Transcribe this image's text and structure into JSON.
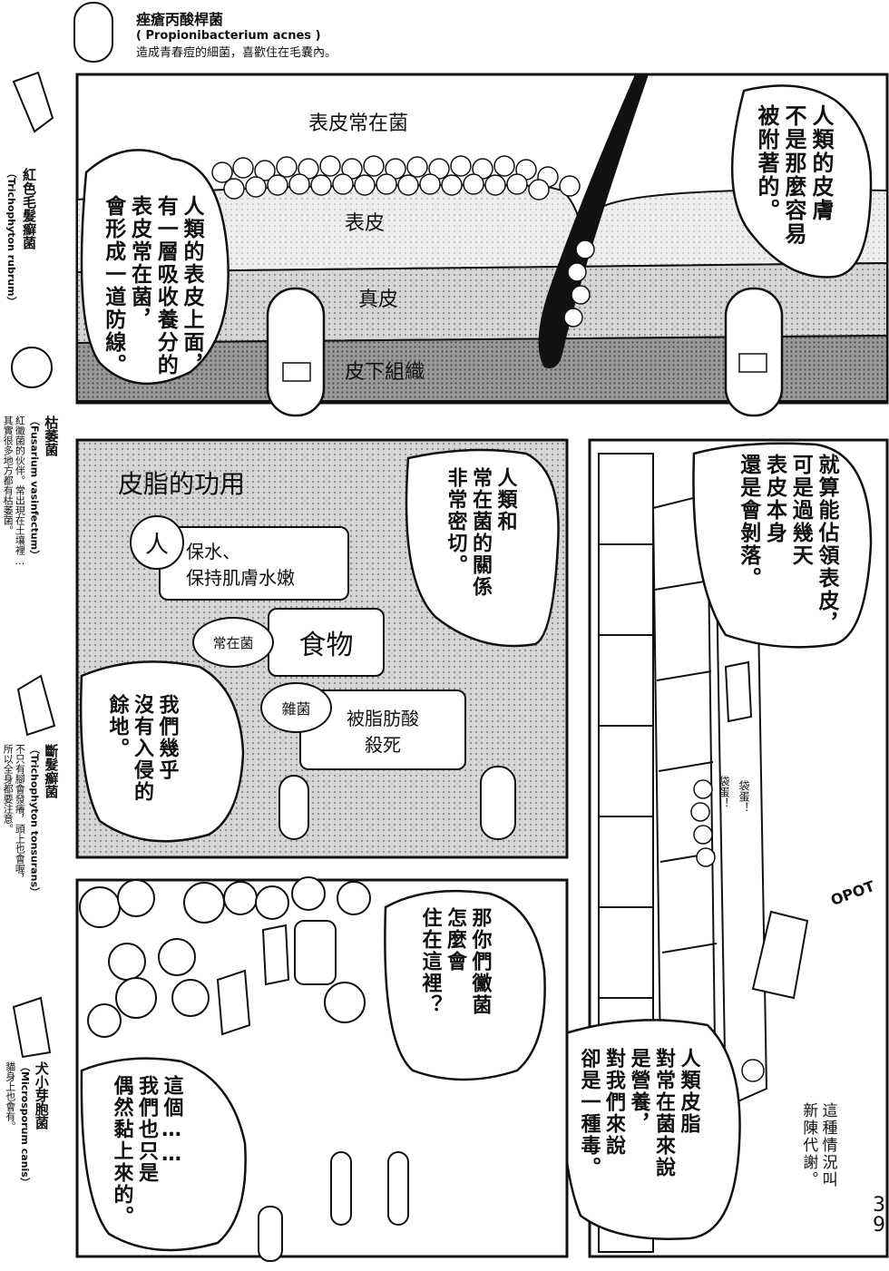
{
  "sidebar": {
    "top": {
      "name": "痤瘡丙酸桿菌",
      "latin": "( Propionibacterium acnes )",
      "desc": "造成青春痘的細菌，喜歡住在毛囊內。"
    },
    "entries": [
      {
        "name": "紅色毛髮癬菌",
        "latin": "（Trichophyton rubrum）",
        "desc": ""
      },
      {
        "name": "枯萎菌",
        "latin": "（Fusarium vasinfectum）",
        "desc": "紅黴菌的伙伴。常出現在土壤裡…\n其實很多地方都有枯萎菌。"
      },
      {
        "name": "斷髮癬菌",
        "latin": "（Trichophyton tonsurans）",
        "desc": "不只有腳會發癢，頭上也會喔，\n所以全身都要注意。"
      },
      {
        "name": "犬小芽胞菌",
        "latin": "（Microsporum canis）",
        "desc": "貓身上也會有。"
      }
    ]
  },
  "panel1": {
    "labels": {
      "resident": "表皮常在菌",
      "epidermis": "表皮",
      "dermis": "真皮",
      "subcutis": "皮下組織"
    },
    "bubble_left": "人類的表皮上面，\n有一層吸收養分的\n表皮常在菌，\n會形成一道防線。",
    "bubble_right": "人類的皮膚\n不是那麼容易\n被附著的。"
  },
  "panel2": {
    "title": "皮脂的功用",
    "row1_tag": "人",
    "row1_text_a": "保水、",
    "row1_text_b": "保持肌膚水嫩",
    "row2_tag": "常在菌",
    "row2_text": "食物",
    "row3_tag": "雜菌",
    "row3_text_a": "被脂肪酸",
    "row3_text_b": "殺死",
    "bubble_top": "人類和\n常在菌的關係\n非常密切。",
    "bubble_bottom": "我們幾乎\n沒有入侵的\n餘地。"
  },
  "panel3": {
    "bubble_top": "就算能佔領表皮，\n可是過幾天\n表皮本身\n還是會剝落。",
    "sfx_1": "袋蛋！",
    "sfx_2": "袋蛋！",
    "sfx_fall": "OPOT",
    "bubble_bottom": "人類皮脂\n對常在菌來說\n是營養，\n對我們來說\n卻是一種毒。",
    "caption": "這種情況叫\n新陳代謝。"
  },
  "panel4": {
    "bubble_top": "那你們黴菌\n怎麼會\n住在這裡？",
    "bubble_bottom": "這個……\n我們也只是\n偶然黏上來的。"
  },
  "page_number": "39"
}
